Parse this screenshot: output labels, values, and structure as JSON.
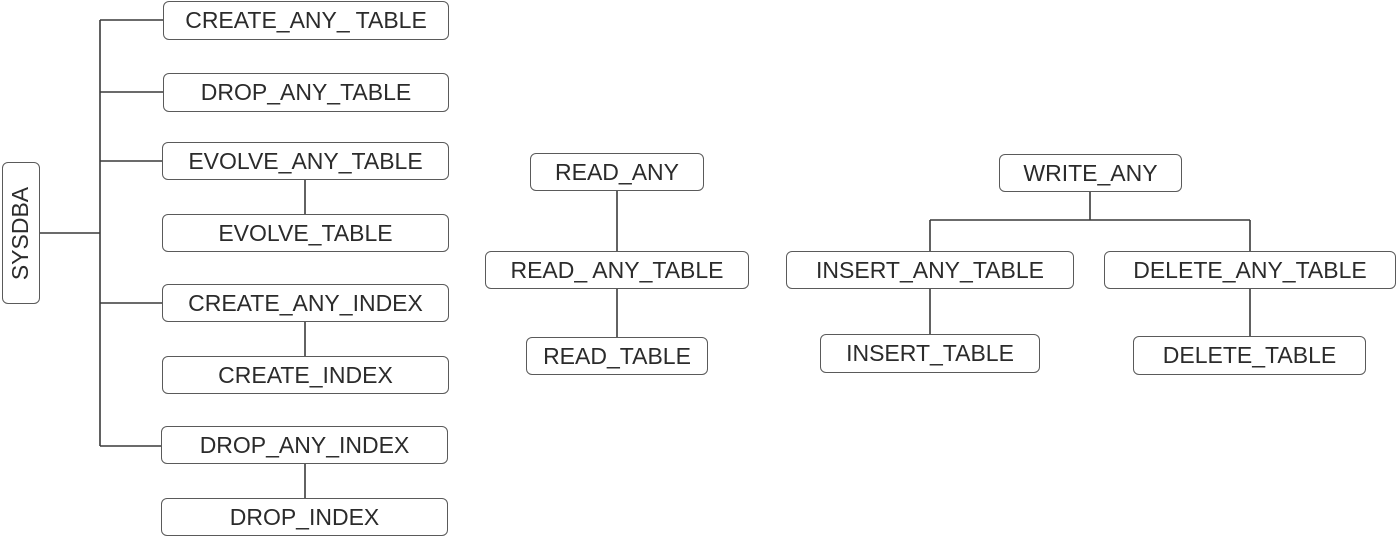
{
  "nodes": {
    "sysdba": "SYSDBA",
    "create_any_table": "CREATE_ANY_ TABLE",
    "drop_any_table": "DROP_ANY_TABLE",
    "evolve_any_table": "EVOLVE_ANY_TABLE",
    "evolve_table": "EVOLVE_TABLE",
    "create_any_index": "CREATE_ANY_INDEX",
    "create_index": "CREATE_INDEX",
    "drop_any_index": "DROP_ANY_INDEX",
    "drop_index": "DROP_INDEX",
    "read_any": "READ_ANY",
    "read_any_table": "READ_ ANY_TABLE",
    "read_table": "READ_TABLE",
    "write_any": "WRITE_ANY",
    "insert_any_table": "INSERT_ANY_TABLE",
    "delete_any_table": "DELETE_ANY_TABLE",
    "insert_table": "INSERT_TABLE",
    "delete_table": "DELETE_TABLE"
  },
  "edges": [
    [
      "sysdba",
      "create_any_table"
    ],
    [
      "sysdba",
      "drop_any_table"
    ],
    [
      "sysdba",
      "evolve_any_table"
    ],
    [
      "sysdba",
      "create_any_index"
    ],
    [
      "sysdba",
      "drop_any_index"
    ],
    [
      "evolve_any_table",
      "evolve_table"
    ],
    [
      "create_any_index",
      "create_index"
    ],
    [
      "drop_any_index",
      "drop_index"
    ],
    [
      "read_any",
      "read_any_table"
    ],
    [
      "read_any_table",
      "read_table"
    ],
    [
      "write_any",
      "insert_any_table"
    ],
    [
      "write_any",
      "delete_any_table"
    ],
    [
      "insert_any_table",
      "insert_table"
    ],
    [
      "delete_any_table",
      "delete_table"
    ]
  ]
}
